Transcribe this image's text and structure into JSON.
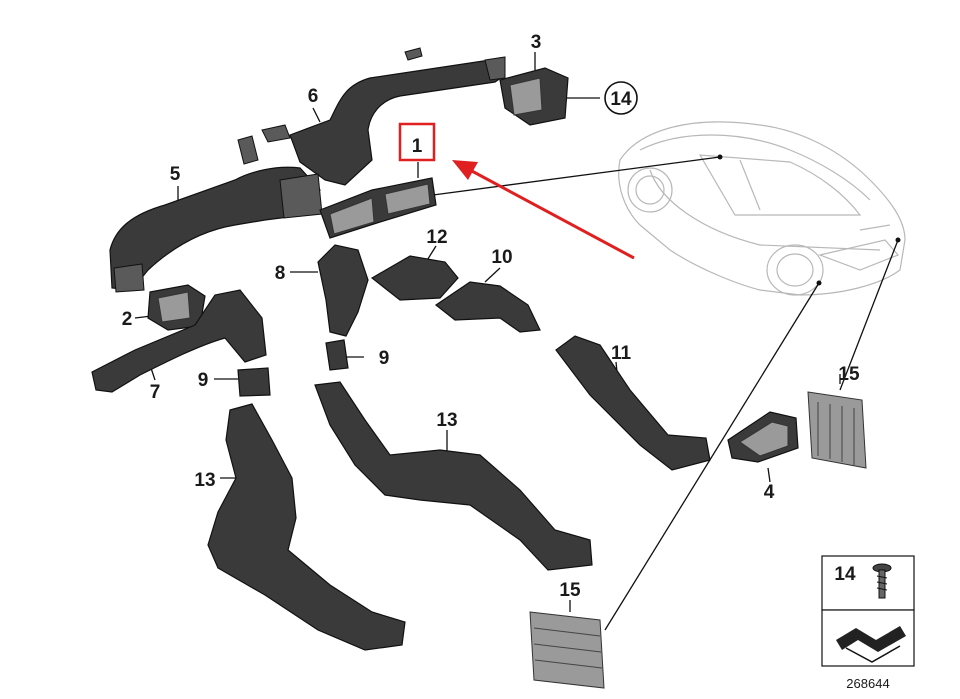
{
  "diagram": {
    "part_labels": {
      "p1": "1",
      "p2": "2",
      "p3": "3",
      "p4": "4",
      "p5": "5",
      "p6": "6",
      "p7": "7",
      "p8": "8",
      "p9a": "9",
      "p9b": "9",
      "p10": "10",
      "p11": "11",
      "p12": "12",
      "p13a": "13",
      "p13b": "13",
      "p14": "14",
      "p15a": "15",
      "p15b": "15"
    },
    "legend": {
      "screw_number": "14"
    },
    "reference_number": "268644",
    "colors": {
      "highlight_box": "#e02020",
      "arrow": "#e02020",
      "part_fill": "#3a3a3a",
      "car_outline": "#b8b8b8"
    }
  }
}
